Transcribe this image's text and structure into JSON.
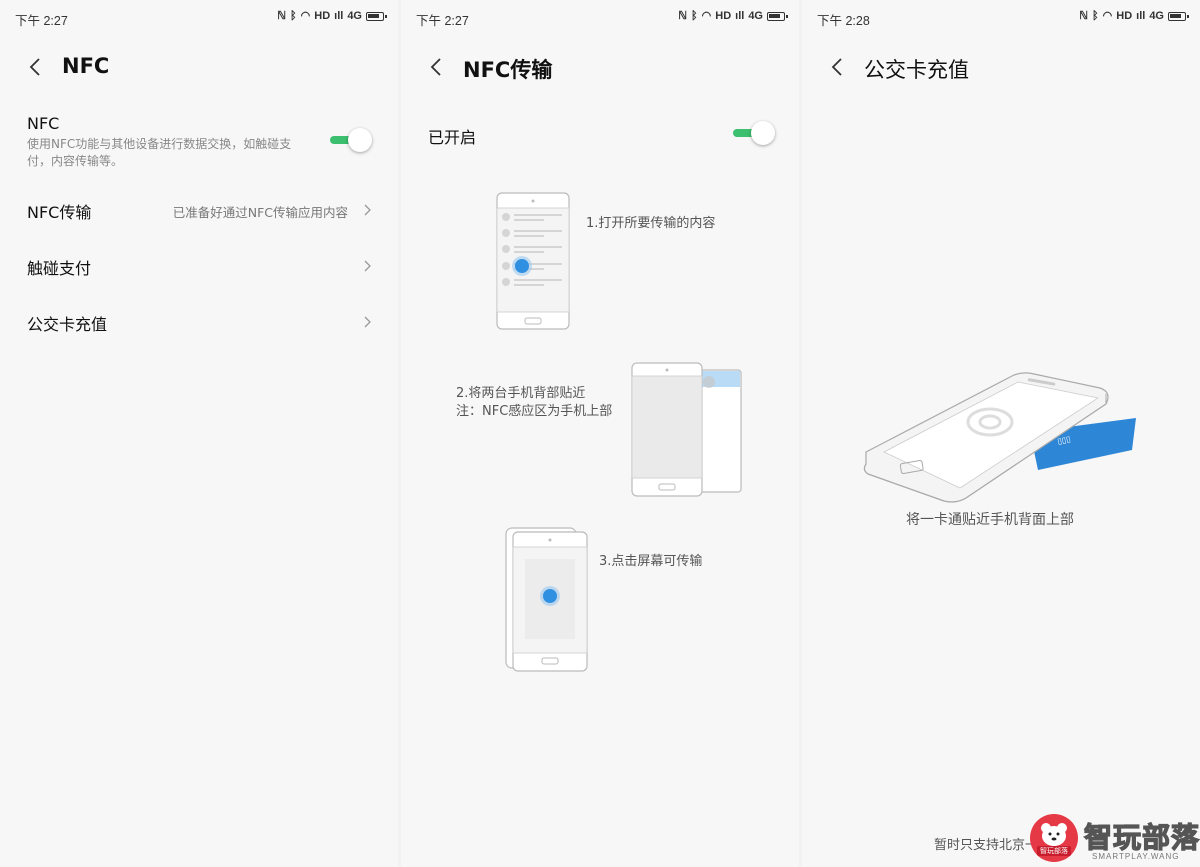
{
  "status": [
    {
      "time": "下午 2:27",
      "hd": "HD",
      "net": "4G"
    },
    {
      "time": "下午 2:27",
      "hd": "HD",
      "net": "4G"
    },
    {
      "time": "下午 2:28",
      "hd": "HD",
      "net": "4G"
    }
  ],
  "screen1": {
    "title": "NFC",
    "nfc": {
      "label": "NFC",
      "desc": "使用NFC功能与其他设备进行数据交换，如触碰支付，内容传输等。",
      "enabled": true
    },
    "items": [
      {
        "label": "NFC传输",
        "value": "已准备好通过NFC传输应用内容"
      },
      {
        "label": "触碰支付",
        "value": ""
      },
      {
        "label": "公交卡充值",
        "value": ""
      }
    ]
  },
  "screen2": {
    "title": "NFC传输",
    "switch_label": "已开启",
    "enabled": true,
    "steps": {
      "step1": "1.打开所要传输的内容",
      "step2": "2.将两台手机背部贴近",
      "step2_note": "注：NFC感应区为手机上部",
      "step3": "3.点击屏幕可传输"
    }
  },
  "screen3": {
    "title": "公交卡充值",
    "caption": "将一卡通贴近手机背面上部",
    "footer": "暂时只支持北京一卡通",
    "watermark": {
      "name": "智玩部落",
      "sub": "SMARTPLAY.WANG",
      "badge": "智玩部落"
    }
  },
  "colors": {
    "accent": "#3cbf6e",
    "blue": "#2f8fe0",
    "card": "#2e86d6"
  }
}
